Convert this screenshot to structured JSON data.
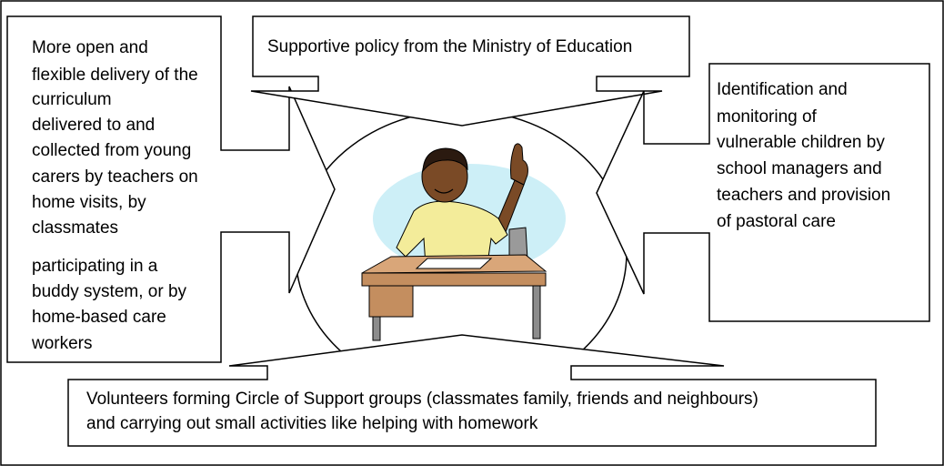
{
  "left_box": {
    "lines": [
      "More open and",
      "flexible delivery of the",
      "curriculum",
      "delivered to and",
      "collected from young",
      "carers by teachers on",
      "home visits, by",
      "classmates",
      "participating in a",
      "buddy system, or by",
      "home-based care",
      "workers"
    ]
  },
  "top_box": {
    "lines": [
      "Supportive policy from the Ministry of Education"
    ]
  },
  "right_box": {
    "lines": [
      "Identification and",
      "monitoring of",
      "vulnerable children by",
      "school managers and",
      "teachers and provision",
      "of pastoral care"
    ]
  },
  "bottom_box": {
    "lines": [
      "Volunteers forming Circle of Support groups (classmates family, friends and neighbours)",
      "and carrying out small activities like helping with homework"
    ]
  },
  "clipart": {
    "subject": "student-raising-hand-at-desk"
  },
  "colors": {
    "stroke": "#000000",
    "backdrop": "#cdeff7",
    "shirt": "#f3ec9a",
    "skin": "#7a4a26",
    "desk": "#d9a679",
    "chair": "#9a9a9a"
  }
}
